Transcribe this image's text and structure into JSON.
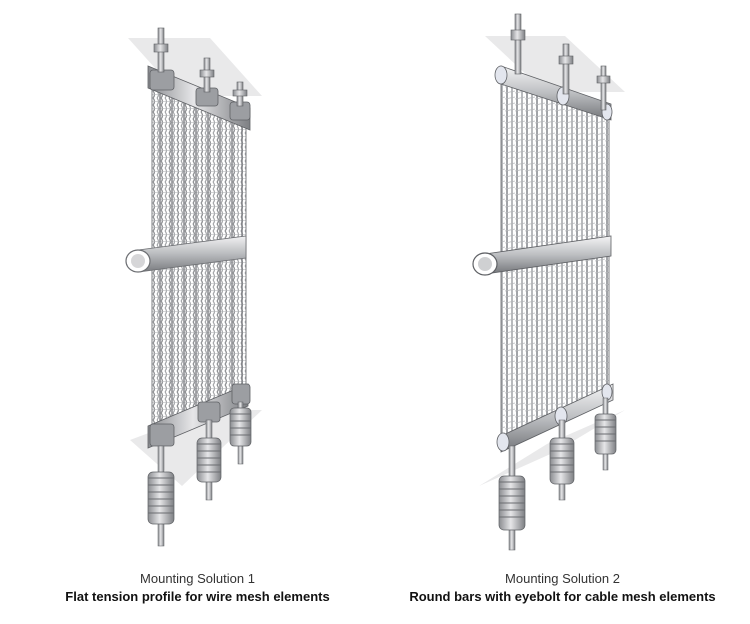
{
  "solutions": [
    {
      "label": "Mounting Solution 1",
      "description": "Flat tension profile for wire mesh elements"
    },
    {
      "label": "Mounting Solution 2",
      "description": "Round bars with eyebolt for cable mesh elements"
    }
  ],
  "colors": {
    "metal_light": "#e4e4e6",
    "metal_mid": "#a9abaf",
    "metal_dark": "#6d6f73",
    "plane": "#e9e9ea",
    "mesh": "#8f9194"
  }
}
